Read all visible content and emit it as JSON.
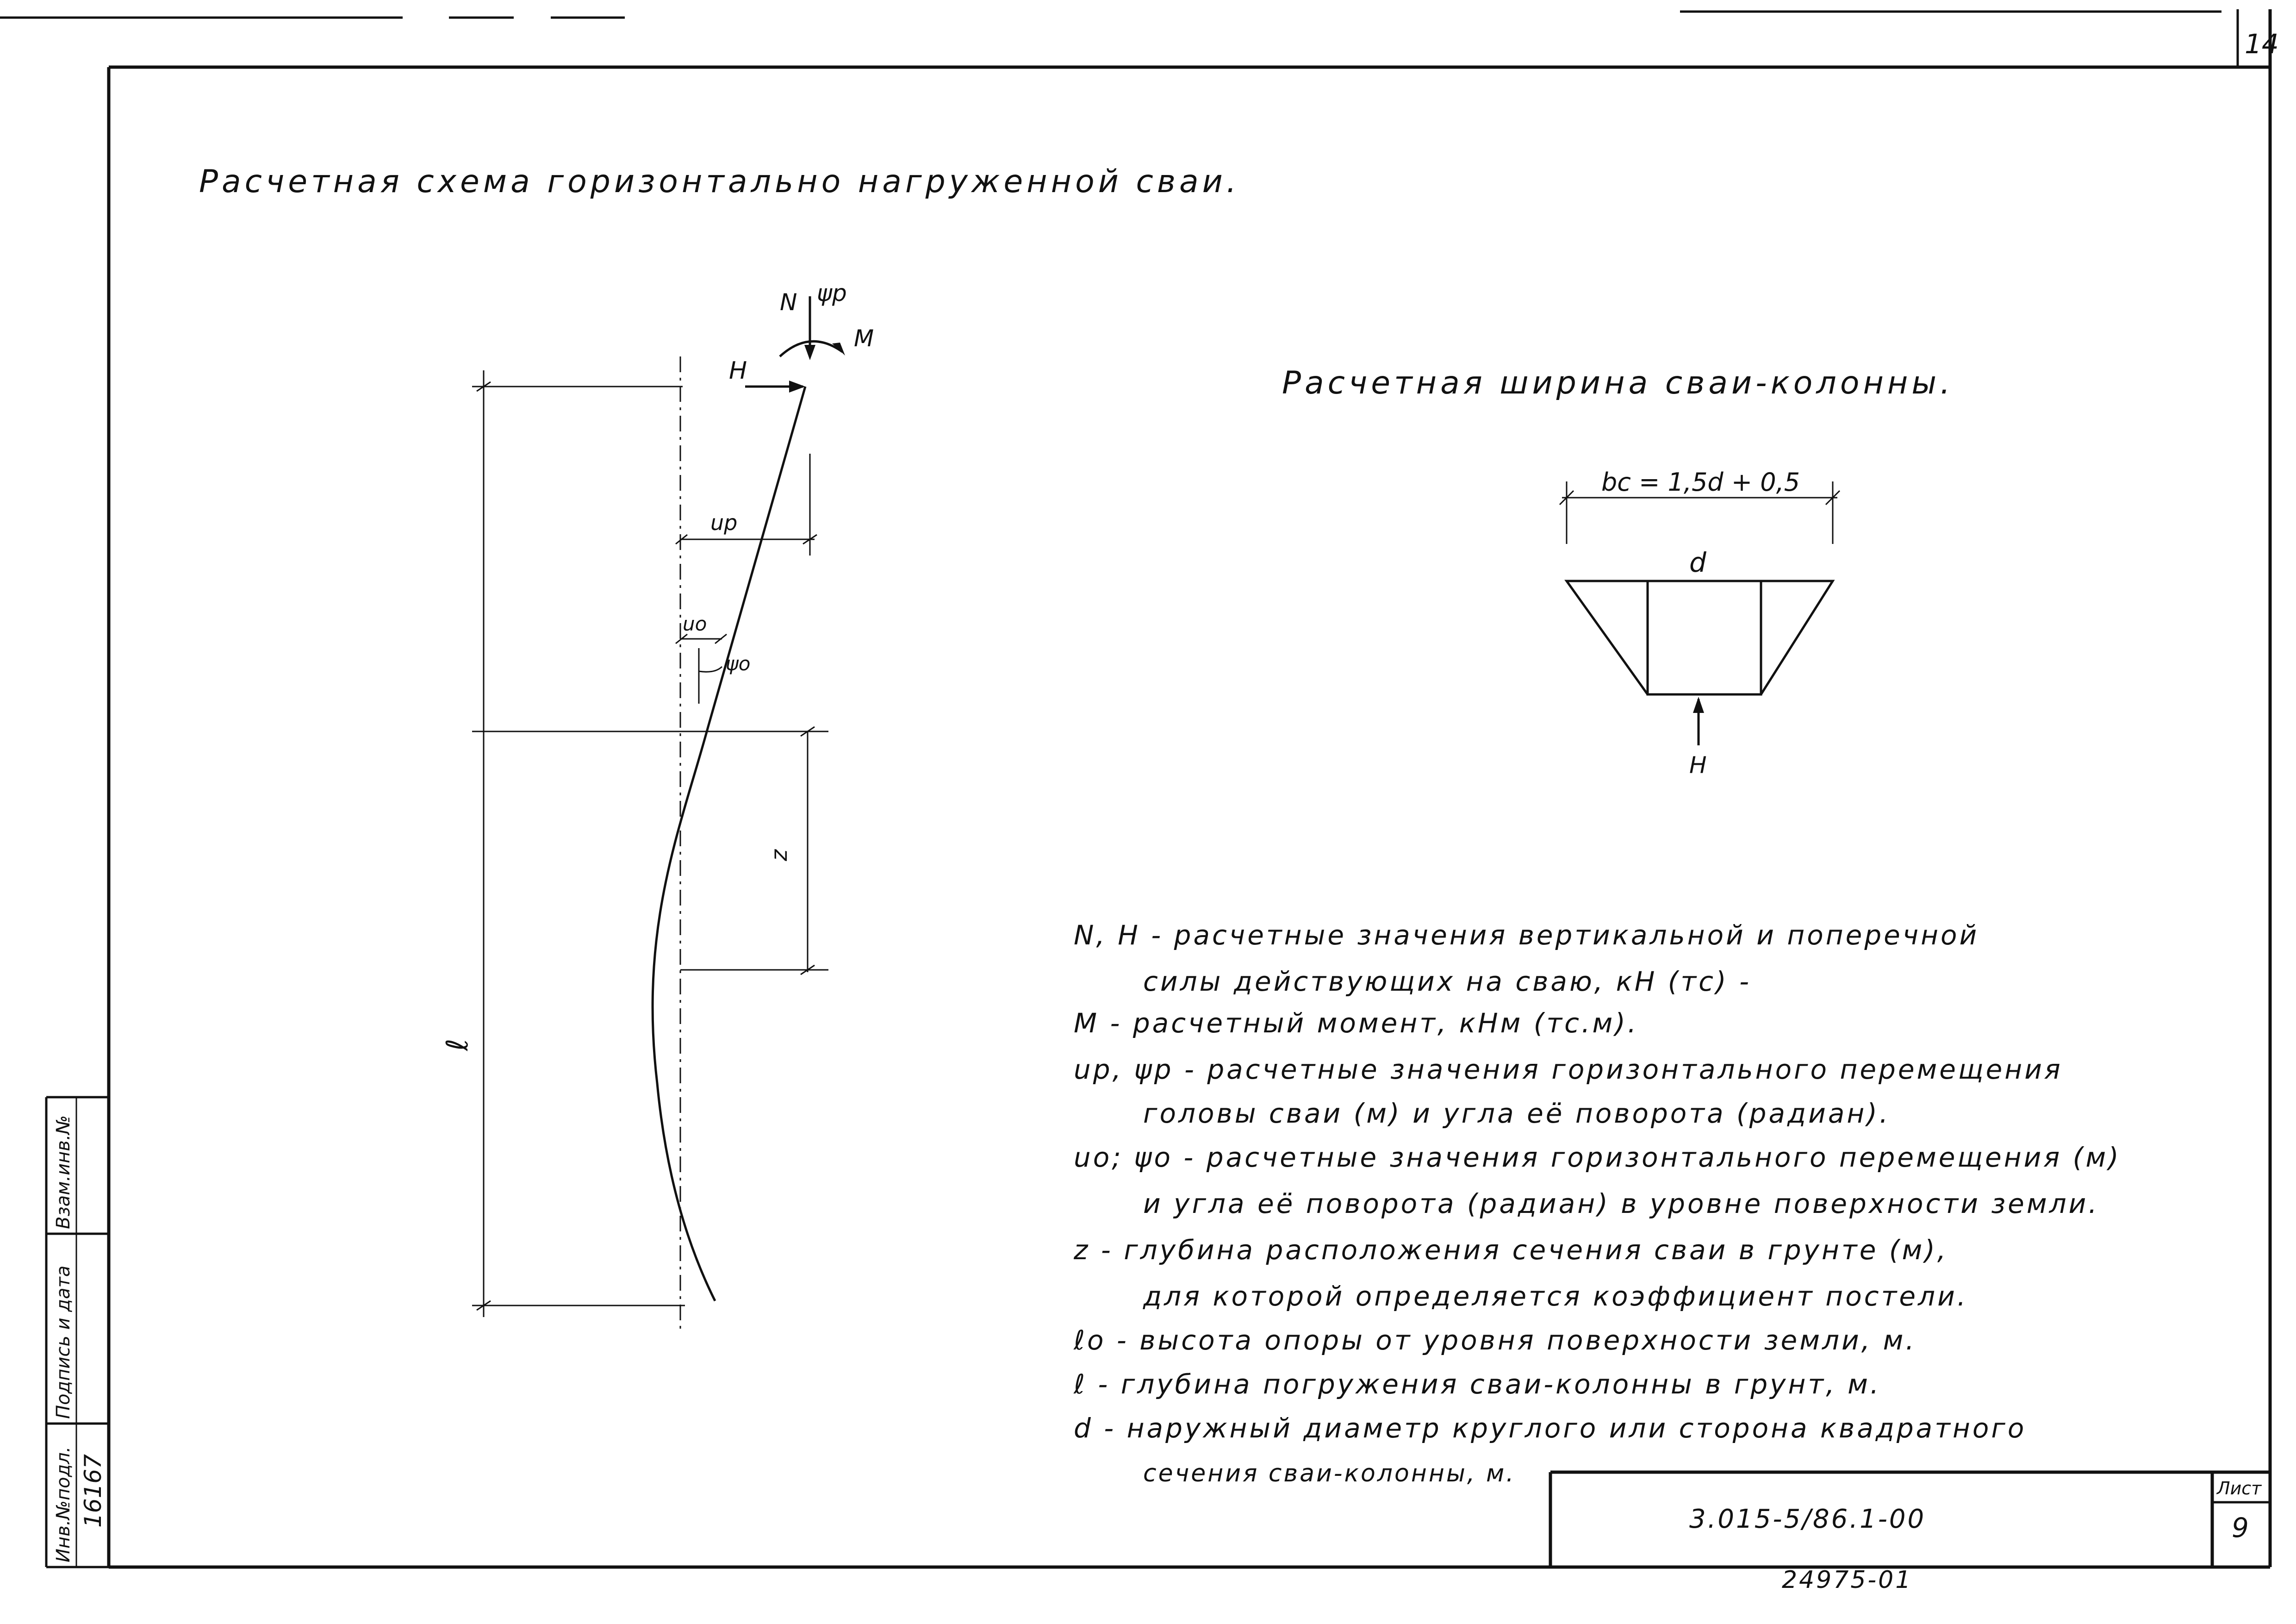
{
  "page_number_corner": "14",
  "title": "Расчетная схема горизонтально нагруженной сваи.",
  "pile_scheme": {
    "labels": {
      "N": "N",
      "psi_p": "ψp",
      "M": "M",
      "H": "H",
      "u_p": "uр",
      "u_0": "uo",
      "psi_0": "ψo",
      "z": "z",
      "l": "ℓ"
    }
  },
  "width_scheme": {
    "title": "Расчетная ширина сваи-колонны.",
    "formula": "bc = 1,5d + 0,5",
    "d_label": "d",
    "h_label": "H"
  },
  "legend": [
    {
      "line": "N, H - расчетные значения вертикальной и поперечной"
    },
    {
      "line": "силы действующих на сваю, кН (тс) -"
    },
    {
      "line": "M - расчетный момент, кНм (тс.м)."
    },
    {
      "line": "uр, ψр - расчетные значения горизонтального перемещения"
    },
    {
      "line": "головы сваи (м) и угла её поворота (радиан)."
    },
    {
      "line": "uo; ψo - расчетные значения горизонтального перемещения (м)"
    },
    {
      "line": "и угла её поворота (радиан) в уровне поверхности земли."
    },
    {
      "line": "z - глубина расположения сечения сваи в грунте (м),"
    },
    {
      "line": "для которой определяется коэффициент постели."
    },
    {
      "line": "ℓo - высота опоры от уровня поверхности земли, м."
    },
    {
      "line": "ℓ - глубина погружения сваи-колонны в грунт, м."
    },
    {
      "line": "d - наружный диаметр круглого или сторона квадратного"
    },
    {
      "line": "сечения сваи-колонны, м."
    }
  ],
  "stamp": {
    "left_strip": {
      "inv_no_label": "Инв.№подл.",
      "sign_date_label": "Подпись и дата",
      "vzam_label": "Взам.инв.№",
      "inv_no_value": "16167"
    },
    "doc_code": "3.015-5/86.1-00",
    "sheet_label": "Лист",
    "sheet_number": "9",
    "bottom_code": "24975-01"
  }
}
